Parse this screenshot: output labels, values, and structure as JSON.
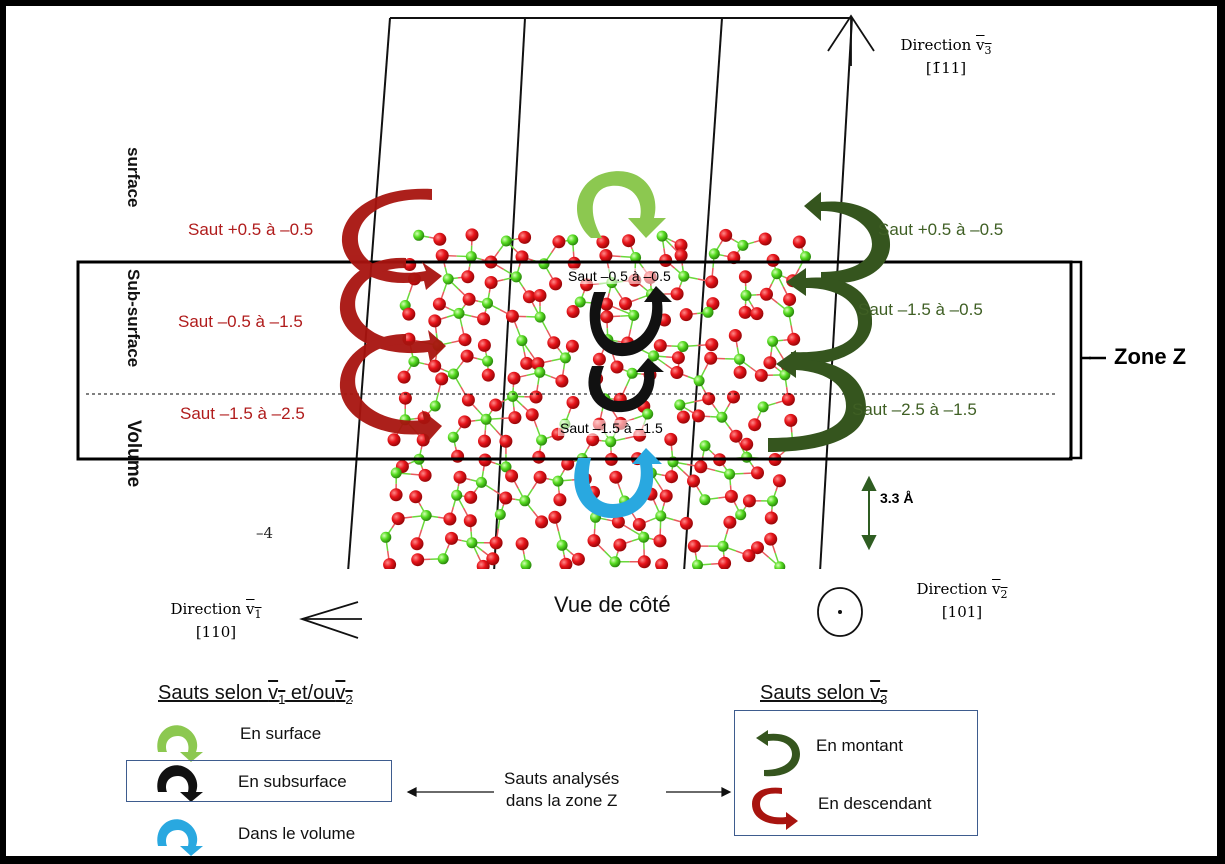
{
  "directions": {
    "v3": {
      "label": "Direction ",
      "vec": "v",
      "sub": "3",
      "miller": "[1̄11]"
    },
    "v1": {
      "label": "Direction ",
      "vec": "v",
      "sub": "1",
      "miller": "[110]"
    },
    "v2": {
      "label": "Direction ",
      "vec": "v",
      "sub": "2",
      "miller": "[101]"
    }
  },
  "layers": {
    "surface": "surface",
    "subsurface": "Sub-surface",
    "volume": "Volume"
  },
  "jumps_left": [
    {
      "text": "Saut +0.5 à –0.5"
    },
    {
      "text": "Saut –0.5 à –1.5"
    },
    {
      "text": "Saut –1.5 à –2.5"
    }
  ],
  "jumps_right": [
    {
      "text": "Saut +0.5 à –0.5"
    },
    {
      "text": "Saut –1.5 à –0.5"
    },
    {
      "text": "Saut –2.5 à –1.5"
    }
  ],
  "jumps_center": [
    {
      "text": "Saut –0.5 à –0.5"
    },
    {
      "text": "Saut –1.5 à –1.5"
    }
  ],
  "zone_label": "Zone Z",
  "spacing_label": "3.3 Å",
  "minus4": "–4",
  "view_title": "Vue de côté",
  "legend": {
    "left_title_prefix": "Sauts selon ",
    "left_title_mid": " et/ou",
    "right_title_prefix": "Sauts selon ",
    "surface": "En surface",
    "subsurface": "En subsurface",
    "volume": "Dans le volume",
    "analyzed_line1": "Sauts analysés",
    "analyzed_line2": "dans la zone Z",
    "up": "En montant",
    "down": "En descendant"
  },
  "colors": {
    "red_jump": "#a8140f",
    "dark_green_jump": "#35551e",
    "light_green_jump": "#8cc850",
    "black_jump": "#111111",
    "blue_jump": "#29a8e0",
    "oxygen": "#e8141a",
    "metal": "#57dd22"
  }
}
